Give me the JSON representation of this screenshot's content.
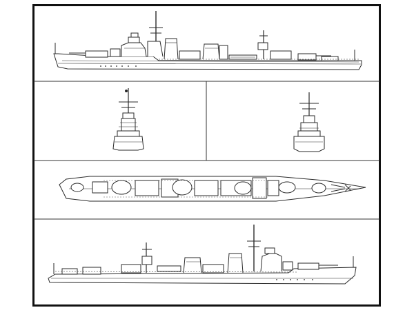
{
  "sheet": {
    "border_color": "#111111",
    "line_color": "#2a2a2a",
    "hull_fill": "#ffffff"
  },
  "panels": [
    {
      "name": "starboard-profile"
    },
    {
      "name": "bow-view"
    },
    {
      "name": "stern-view"
    },
    {
      "name": "deck-plan"
    },
    {
      "name": "port-profile"
    }
  ]
}
